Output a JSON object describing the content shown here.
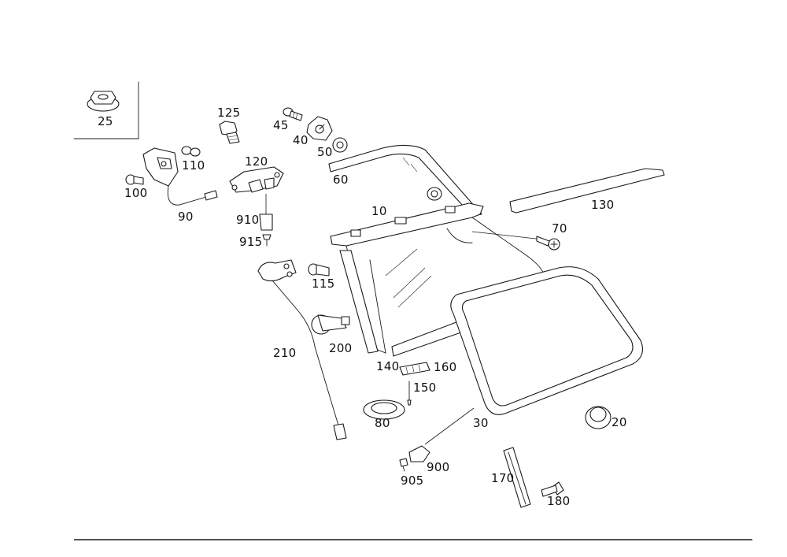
{
  "callouts": [
    {
      "id": "25",
      "text": "25"
    },
    {
      "id": "125",
      "text": "125"
    },
    {
      "id": "45",
      "text": "45"
    },
    {
      "id": "40",
      "text": "40"
    },
    {
      "id": "50",
      "text": "50"
    },
    {
      "id": "60",
      "text": "60"
    },
    {
      "id": "110",
      "text": "110"
    },
    {
      "id": "100",
      "text": "100"
    },
    {
      "id": "120",
      "text": "120"
    },
    {
      "id": "90",
      "text": "90"
    },
    {
      "id": "910",
      "text": "910"
    },
    {
      "id": "915",
      "text": "915"
    },
    {
      "id": "10",
      "text": "10"
    },
    {
      "id": "130",
      "text": "130"
    },
    {
      "id": "70",
      "text": "70"
    },
    {
      "id": "115",
      "text": "115"
    },
    {
      "id": "200",
      "text": "200"
    },
    {
      "id": "210",
      "text": "210"
    },
    {
      "id": "140",
      "text": "140"
    },
    {
      "id": "160",
      "text": "160"
    },
    {
      "id": "150",
      "text": "150"
    },
    {
      "id": "80",
      "text": "80"
    },
    {
      "id": "30",
      "text": "30"
    },
    {
      "id": "20",
      "text": "20"
    },
    {
      "id": "900",
      "text": "900"
    },
    {
      "id": "905",
      "text": "905"
    },
    {
      "id": "170",
      "text": "170"
    },
    {
      "id": "180",
      "text": "180"
    }
  ]
}
